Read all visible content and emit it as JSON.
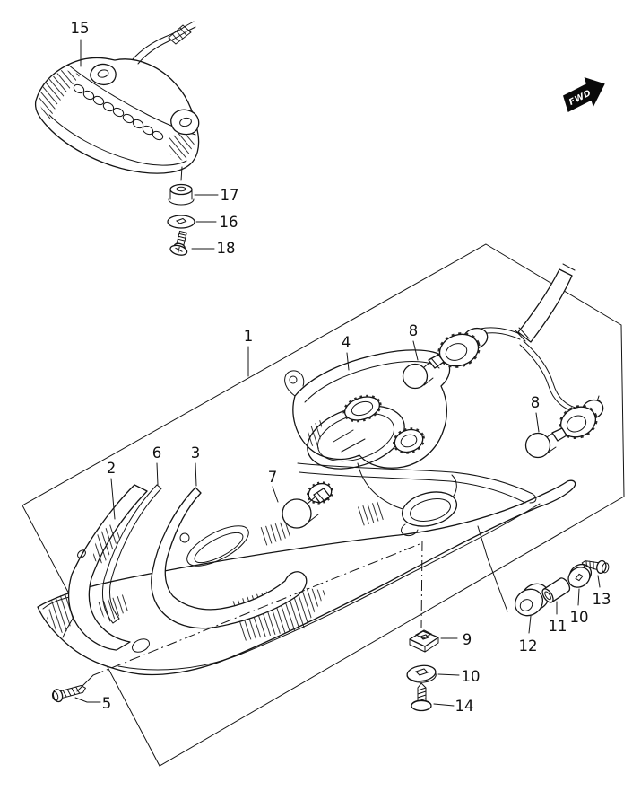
{
  "fwd_label": "FWD",
  "callouts": {
    "c1": "1",
    "c2": "2",
    "c3": "3",
    "c4": "4",
    "c5": "5",
    "c6": "6",
    "c7": "7",
    "c8a": "8",
    "c8b": "8",
    "c9": "9",
    "c10a": "10",
    "c10b": "10",
    "c11": "11",
    "c12": "12",
    "c13": "13",
    "c14": "14",
    "c15": "15",
    "c16": "16",
    "c17": "17",
    "c18": "18"
  },
  "colors": {
    "line": "#141414",
    "background": "#ffffff"
  }
}
